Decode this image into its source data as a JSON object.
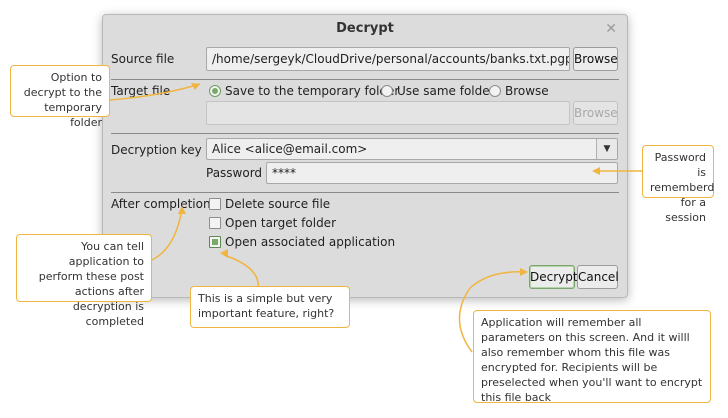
{
  "dialog": {
    "title": "Decrypt",
    "close_icon": "close-icon",
    "source_file": {
      "label": "Source file",
      "value": "/home/sergeyk/CloudDrive/personal/accounts/banks.txt.pgp",
      "browse_label": "Browse"
    },
    "target_file": {
      "label": "Target file",
      "options": [
        {
          "label": "Save to the temporary folder",
          "selected": true
        },
        {
          "label": "Use same folder",
          "selected": false
        },
        {
          "label": "Browse",
          "selected": false
        }
      ],
      "path_value": "",
      "browse_label": "Browse",
      "browse_enabled": false
    },
    "decryption_key": {
      "label": "Decryption key",
      "selected": "Alice <alice@email.com>",
      "password_label": "Password",
      "password_value": "****"
    },
    "after_completion": {
      "label": "After completion",
      "options": [
        {
          "label": "Delete source file",
          "checked": false
        },
        {
          "label": "Open target folder",
          "checked": false
        },
        {
          "label": "Open associated application",
          "checked": true
        }
      ]
    },
    "buttons": {
      "decrypt_label": "Decrypt",
      "cancel_label": "Cancel"
    }
  },
  "callouts": {
    "temp_folder": "Option to decrypt to the temporary folder",
    "password": "Password is rememberd for a session",
    "post_actions": "You can tell application to perform these post actions after decryption is completed",
    "feature": "This is a simple but very important feature, right?",
    "remember": "Application will remember all parameters on this screen. And it willl also remember whom this file was encrypted for. Recipients will be preselected when you'll want to encrypt this file back"
  },
  "colors": {
    "callout_border": "#f0b541",
    "selected_accent": "#7aa96a",
    "dialog_bg": "#dcdcdc"
  }
}
